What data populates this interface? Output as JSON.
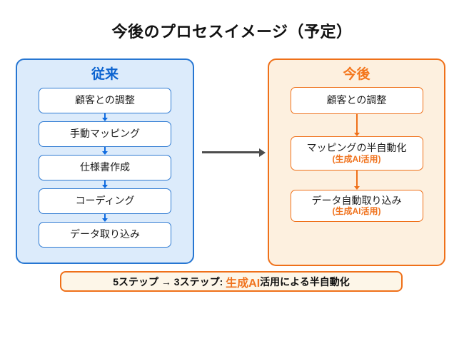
{
  "title": "今後のプロセスイメージ（予定）",
  "left_panel": {
    "title": "従来",
    "steps": [
      "顧客との調整",
      "手動マッピング",
      "仕様書作成",
      "コーディング",
      "データ取り込み"
    ]
  },
  "right_panel": {
    "title": "今後",
    "steps": [
      {
        "label": "顧客との調整",
        "note": ""
      },
      {
        "label": "マッピングの半自動化",
        "note": "(生成AI活用)"
      },
      {
        "label": "データ自動取り込み",
        "note": "(生成AI活用)"
      }
    ]
  },
  "banner": {
    "prefix": "5ステップ → 3ステップ: ",
    "highlight": "生成AI",
    "suffix": "活用による半自動化"
  },
  "colors": {
    "blue_accent": "#0b63d0",
    "blue_border": "#2676d2",
    "blue_panel_bg": "#dcebfb",
    "orange_accent": "#f0731e",
    "orange_panel_bg": "#fdf0df",
    "banner_bg": "#fdf6e8",
    "arrow_gray": "#4d4d4d"
  }
}
